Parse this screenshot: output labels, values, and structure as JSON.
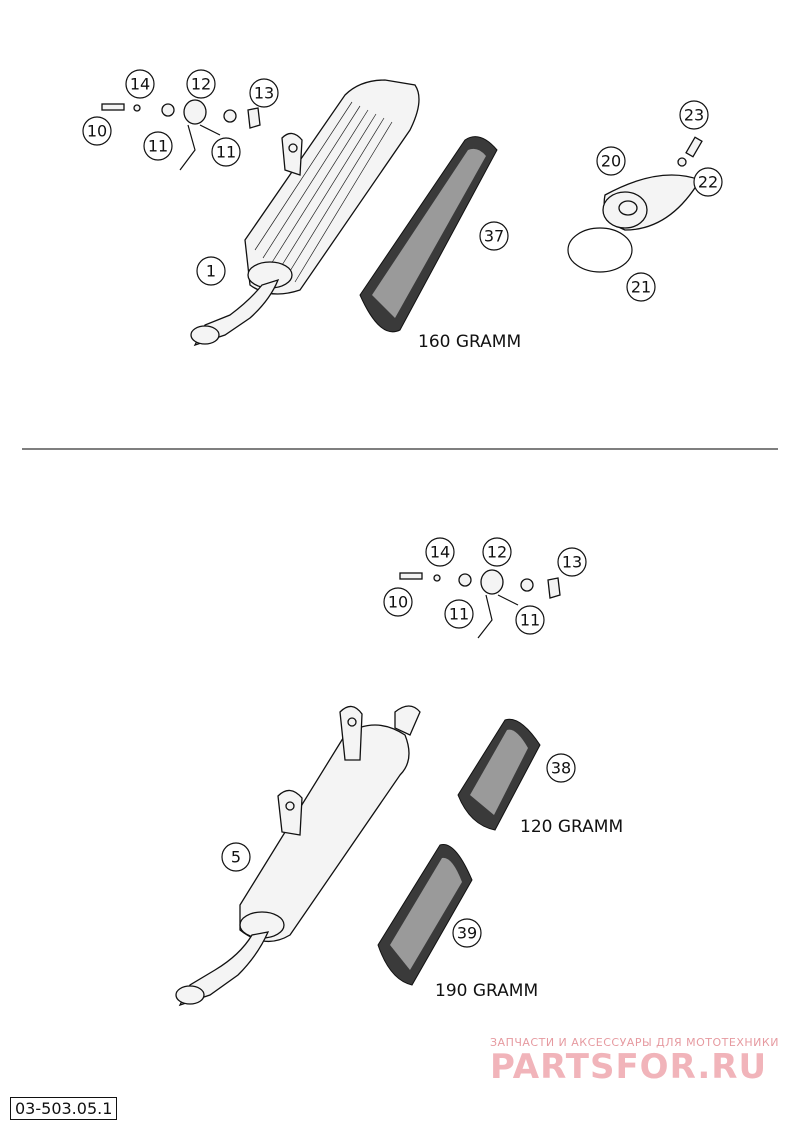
{
  "callouts_top": [
    "14",
    "12",
    "13",
    "10",
    "11",
    "11",
    "1",
    "37",
    "20",
    "21",
    "22",
    "23"
  ],
  "callouts_bottom": [
    "14",
    "12",
    "13",
    "10",
    "11",
    "11",
    "5",
    "38",
    "39"
  ],
  "weights": {
    "w160": "160 GRAMM",
    "w120": "120 GRAMM",
    "w190": "190 GRAMM"
  },
  "watermark": {
    "subtitle": "ЗАПЧАСТИ И АКСЕССУАРЫ ДЛЯ МОТОТЕХНИКИ",
    "brand": "PARTSFOR.RU"
  },
  "reference_code": "03-503.05.1",
  "colors": {
    "line": "#111111",
    "watermark": "#f1b4ba",
    "background": "#ffffff"
  }
}
